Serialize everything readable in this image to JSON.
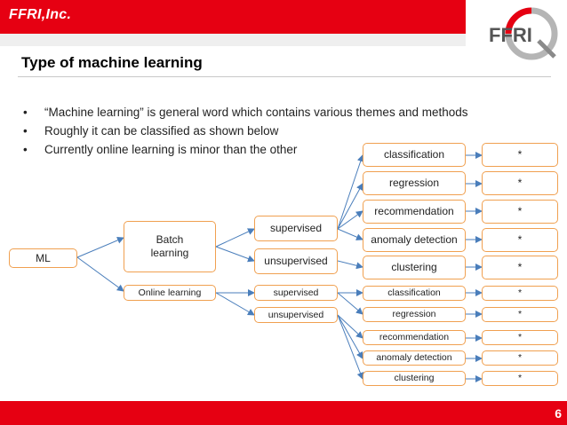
{
  "header": {
    "brand": "FFRI,Inc.",
    "logo_text": "FFRI"
  },
  "slide": {
    "title": "Type of machine learning",
    "bullets": [
      "“Machine learning” is general word which contains various themes and methods",
      "Roughly it can be classified as shown below",
      "Currently online learning is minor than the other"
    ],
    "page_number": "6"
  },
  "diagram": {
    "root": "ML",
    "batch": "Batch learning",
    "online": "Online learning",
    "batch_supervised": "supervised",
    "batch_unsupervised": "unsupervised",
    "online_supervised": "supervised",
    "online_unsupervised": "unsupervised",
    "batch_tasks": [
      "classification",
      "regression",
      "recommendation",
      "anomaly detection",
      "clustering"
    ],
    "online_tasks": [
      "classification",
      "regression",
      "recommendation",
      "anomaly  detection",
      "clustering"
    ],
    "batch_methods": [
      "*",
      "*",
      "*",
      "*",
      "*"
    ],
    "online_methods": [
      "*",
      "*",
      "*",
      "*",
      "*"
    ]
  },
  "colors": {
    "accent_red": "#e60012",
    "box_border": "#f0a050",
    "arrow": "#4a7ebb"
  }
}
